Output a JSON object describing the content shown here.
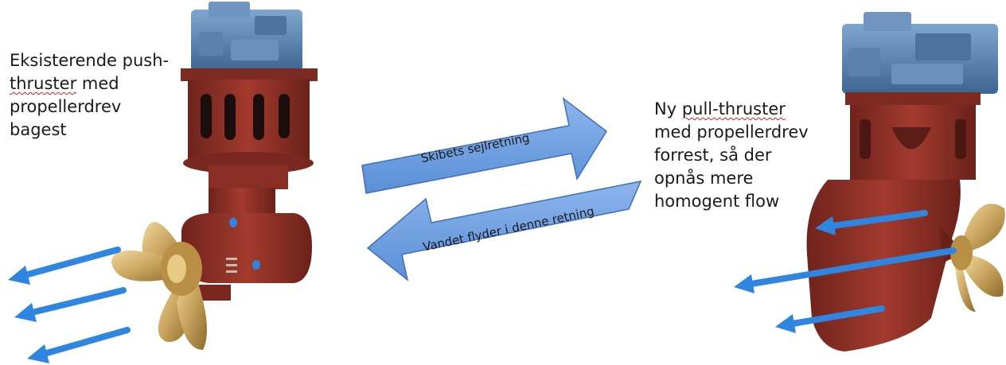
{
  "left_caption": {
    "line1": "Eksisterende push-",
    "line2_underlined": "thruster",
    "line2_rest": " med",
    "line3": "propellerdrev",
    "line4": "bagest"
  },
  "right_caption": {
    "line1_prefix": "Ny ",
    "line1_underlined": "pull-thruster",
    "line2": "med propellerdrev",
    "line3": "forrest, så der",
    "line4": "opnås mere",
    "line5": "homogent flow"
  },
  "arrows": {
    "upper_label": "Skibets sejlretning",
    "lower_label": "Vandet flyder i denne retning"
  },
  "colors": {
    "hull_red": "#8b2f26",
    "engine_blue": "#5b84b1",
    "propeller_brass": "#c9a45e",
    "flow_arrow": "#2f86e0",
    "direction_arrow_fill": "#6d9ee3",
    "direction_arrow_stroke": "#3f6fb8"
  }
}
